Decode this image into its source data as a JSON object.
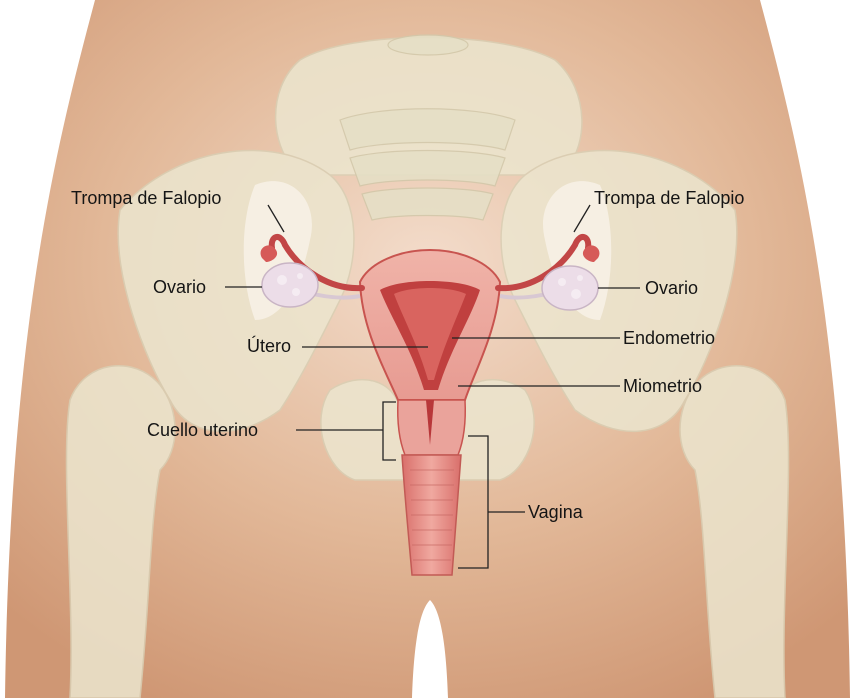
{
  "labels": {
    "trompa_izquierda": "Trompa de Falopio",
    "trompa_derecha": "Trompa de Falopio",
    "ovario_izquierdo": "Ovario",
    "ovario_derecho": "Ovario",
    "utero": "Útero",
    "endometrio": "Endometrio",
    "miometrio": "Miometrio",
    "cuello_uterino": "Cuello uterino",
    "vagina": "Vagina"
  },
  "colors": {
    "skin": "#dcae8c",
    "skin_light": "#ecd2bc",
    "bone": "#ece6cf",
    "uterus_outer": "#e9a39b",
    "uterus_inner": "#bb3b3e",
    "ovary": "#ecdde8",
    "leader_line": "#222222"
  }
}
